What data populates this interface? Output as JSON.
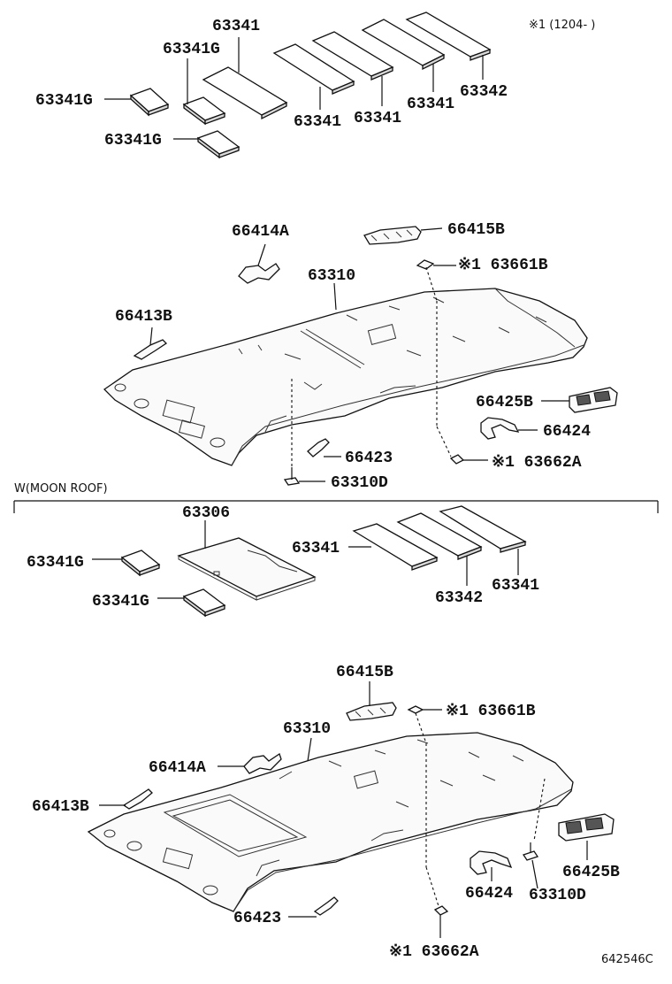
{
  "note_top": "※1 (1204-  )",
  "section_label": "W(MOON ROOF)",
  "diagram_code": "642546C",
  "upper": {
    "p63341_a": "63341",
    "p63341g_a": "63341G",
    "p63341g_b": "63341G",
    "p63341g_c": "63341G",
    "p63341_b": "63341",
    "p63341_c": "63341",
    "p63341_d": "63341",
    "p63342": "63342",
    "p66414a": "66414A",
    "p66415b": "66415B",
    "p63661b": "※1 63661B",
    "p63310": "63310",
    "p66413b": "66413B",
    "p66425b": "66425B",
    "p66424": "66424",
    "p66423": "66423",
    "p63662a": "※1 63662A",
    "p63310d": "63310D"
  },
  "lower": {
    "p63306": "63306",
    "p63341g_a": "63341G",
    "p63341g_b": "63341G",
    "p63341_a": "63341",
    "p63342": "63342",
    "p63341_b": "63341",
    "p66415b": "66415B",
    "p63661b": "※1 63661B",
    "p63310": "63310",
    "p66414a": "66414A",
    "p66413b": "66413B",
    "p66425b": "66425B",
    "p66424": "66424",
    "p63310d": "63310D",
    "p66423": "66423",
    "p63662a": "※1 63662A"
  }
}
